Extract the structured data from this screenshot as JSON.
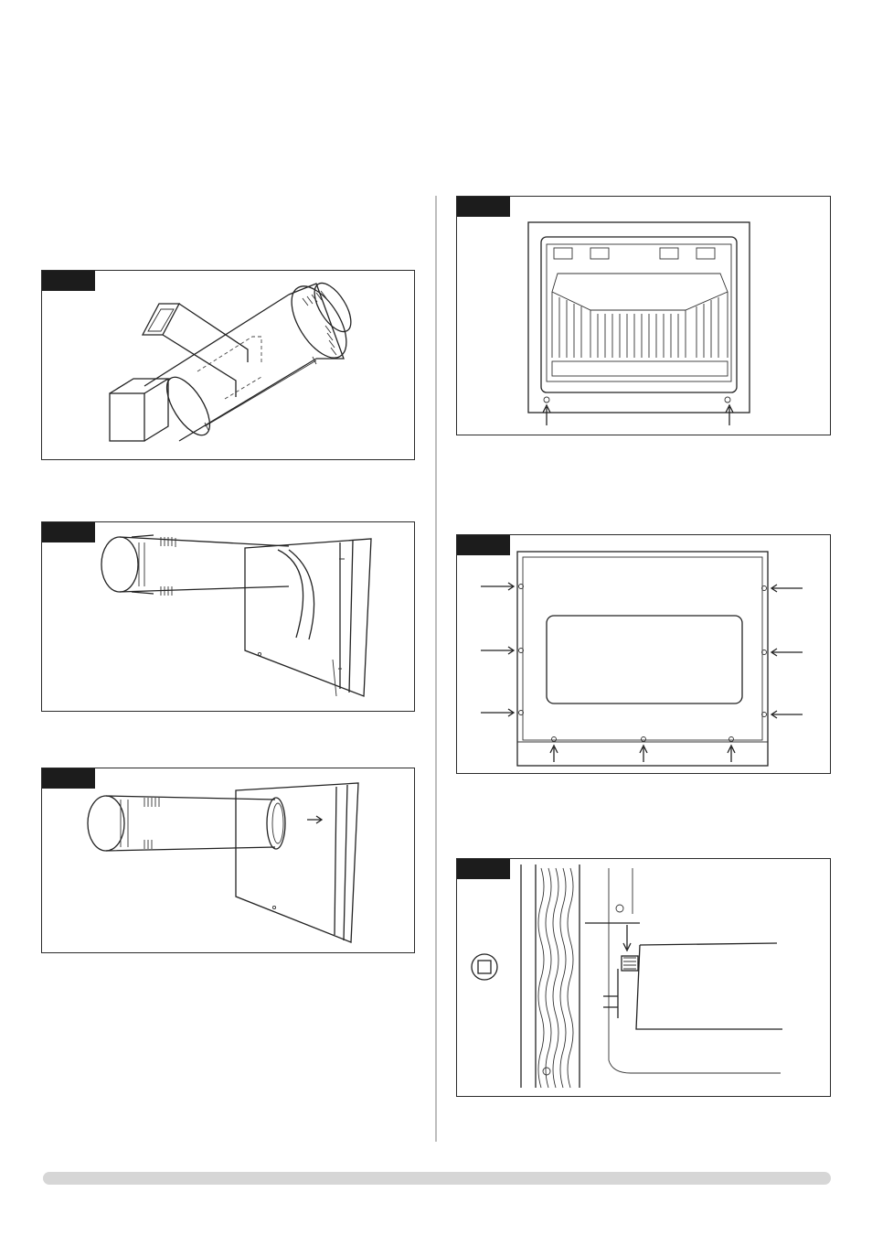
{
  "page": {
    "figures": [
      {
        "id": "vent-sleeve-assembly",
        "tag_text": ""
      },
      {
        "id": "vent-pipe-on-box",
        "tag_text": ""
      },
      {
        "id": "vent-pipe-with-seal",
        "tag_text": ""
      },
      {
        "id": "firebox-front-view",
        "tag_text": ""
      },
      {
        "id": "front-panel-screws",
        "tag_text": ""
      },
      {
        "id": "wall-section-detail",
        "tag_text": ""
      }
    ]
  },
  "colors": {
    "tag": "#1c1c1c",
    "frame": "#2a2a2a",
    "divider": "#bdbdbd",
    "footer": "#d6d6d6"
  },
  "icons": {
    "arrow": "arrow-pointer-icon",
    "square_symbol": "square-in-circle-icon"
  }
}
